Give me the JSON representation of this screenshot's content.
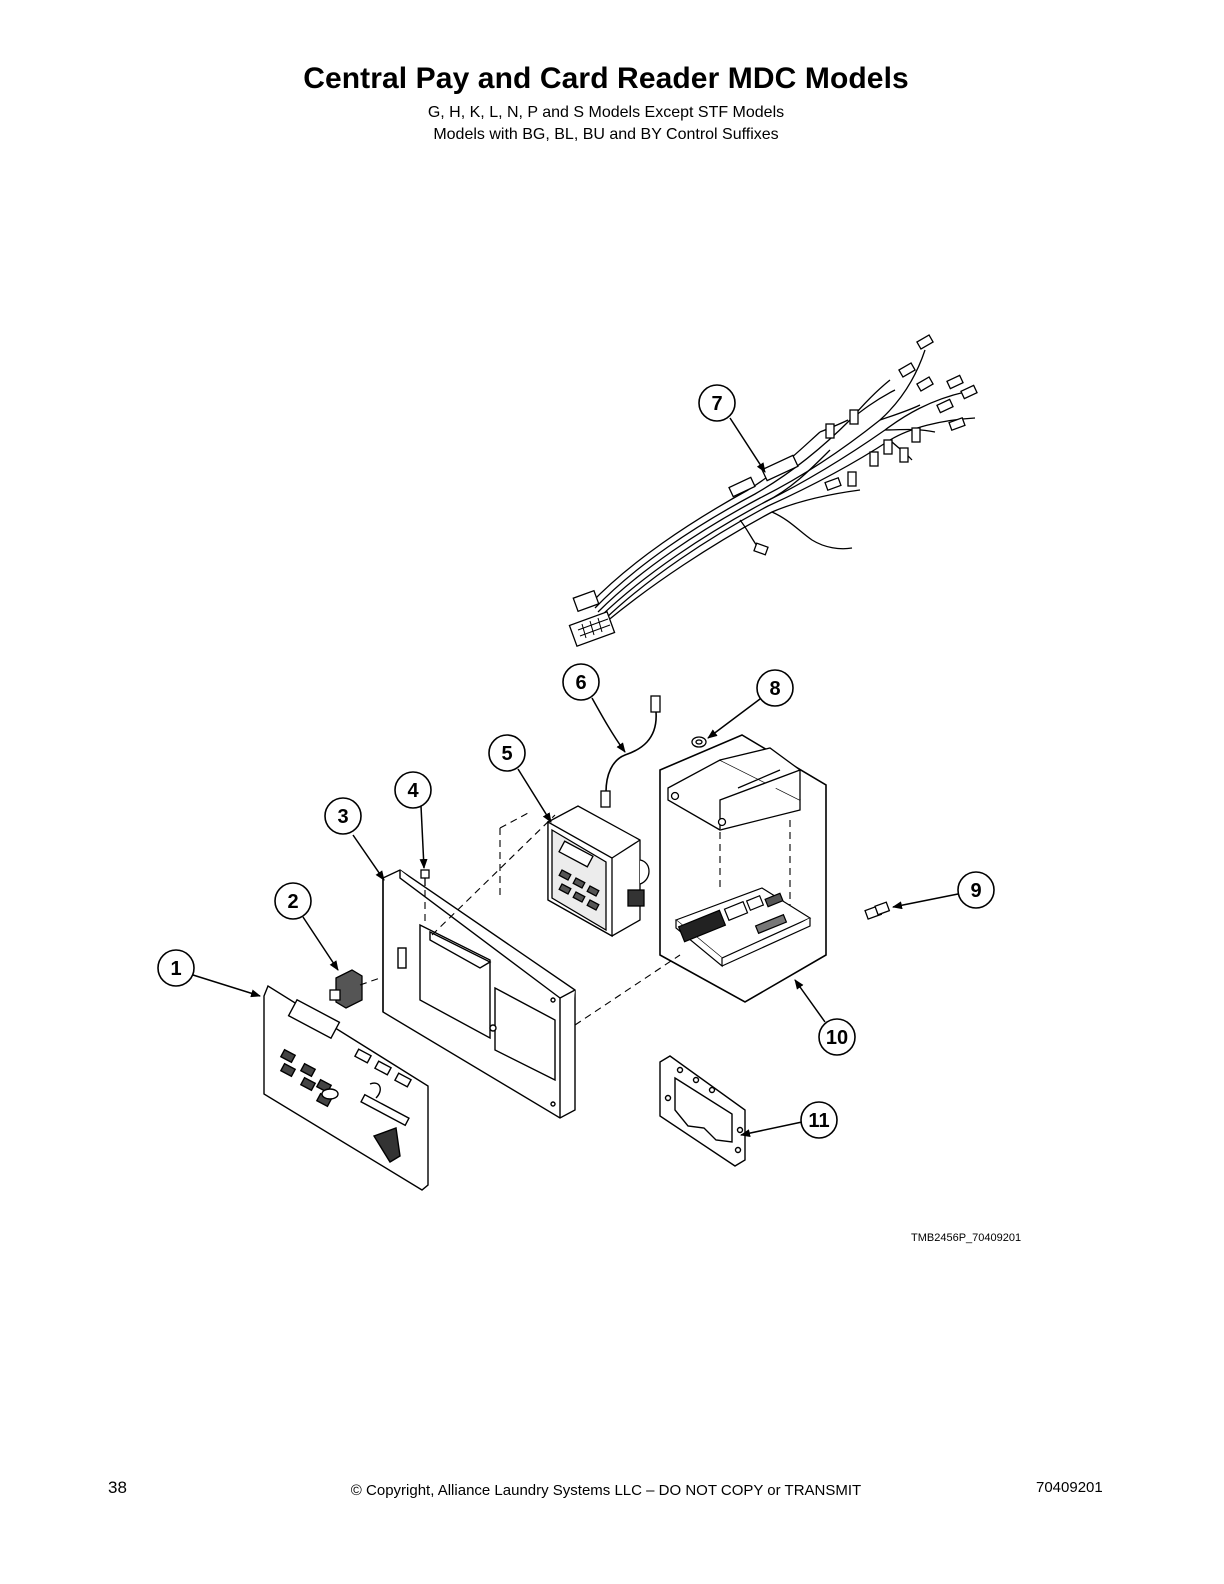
{
  "header": {
    "title": "Central Pay and Card Reader MDC Models",
    "subtitle_1": "G, H, K, L, N, P and S Models Except STF Models",
    "subtitle_2": "Models with BG, BL, BU and BY Control Suffixes"
  },
  "diagram": {
    "callouts": [
      "1",
      "2",
      "3",
      "4",
      "5",
      "6",
      "7",
      "8",
      "9",
      "10",
      "11"
    ],
    "drawing_code": "TMB2456P_70409201"
  },
  "footer": {
    "page_number": "38",
    "copyright": "© Copyright, Alliance Laundry Systems LLC – DO NOT COPY or TRANSMIT",
    "document_number": "70409201"
  }
}
